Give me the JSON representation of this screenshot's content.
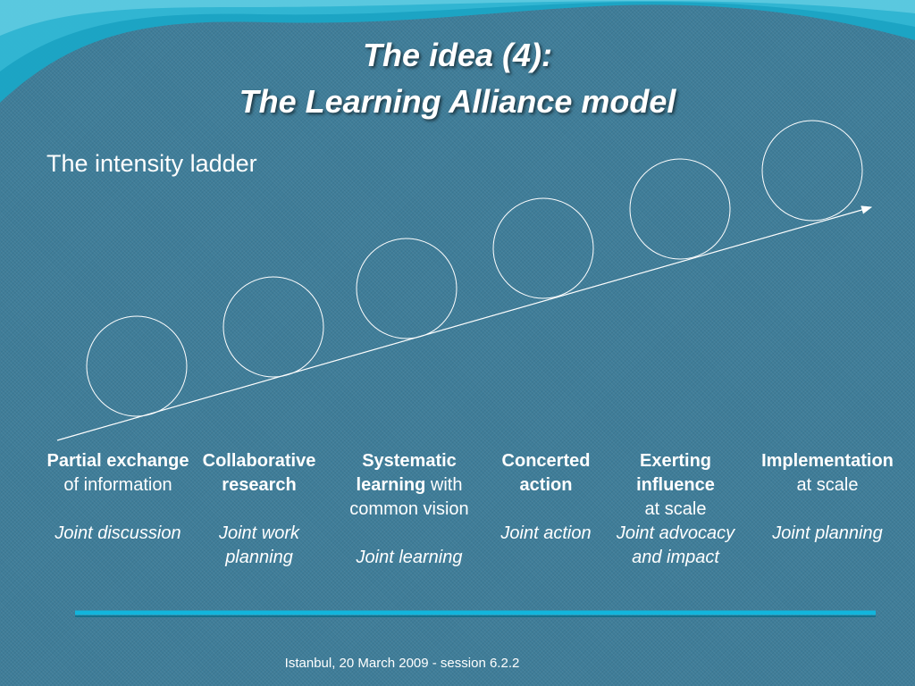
{
  "title_line1": "The idea (4):",
  "title_line2": "The Learning Alliance model",
  "subtitle": "The intensity ladder",
  "steps": [
    {
      "bold": "Partial exchange",
      "rest": "of information",
      "joint": "Joint discussion"
    },
    {
      "bold": "Collaborative research",
      "rest": "",
      "joint": "Joint work planning"
    },
    {
      "bold": "Systematic learning",
      "rest": "with common vision",
      "joint": "Joint learning"
    },
    {
      "bold": "Concerted action",
      "rest": "",
      "joint": "Joint action"
    },
    {
      "bold": "Exerting influence",
      "rest": "at scale",
      "joint": "Joint advocacy and impact"
    },
    {
      "bold": "Implementation",
      "rest": "at scale",
      "joint": "Joint planning"
    }
  ],
  "footer": "Istanbul, 20 March 2009 - session 6.2.2",
  "colors": {
    "background": "#3f7d99",
    "wave": "#19a9c7",
    "baseline": "#12b5dc"
  }
}
